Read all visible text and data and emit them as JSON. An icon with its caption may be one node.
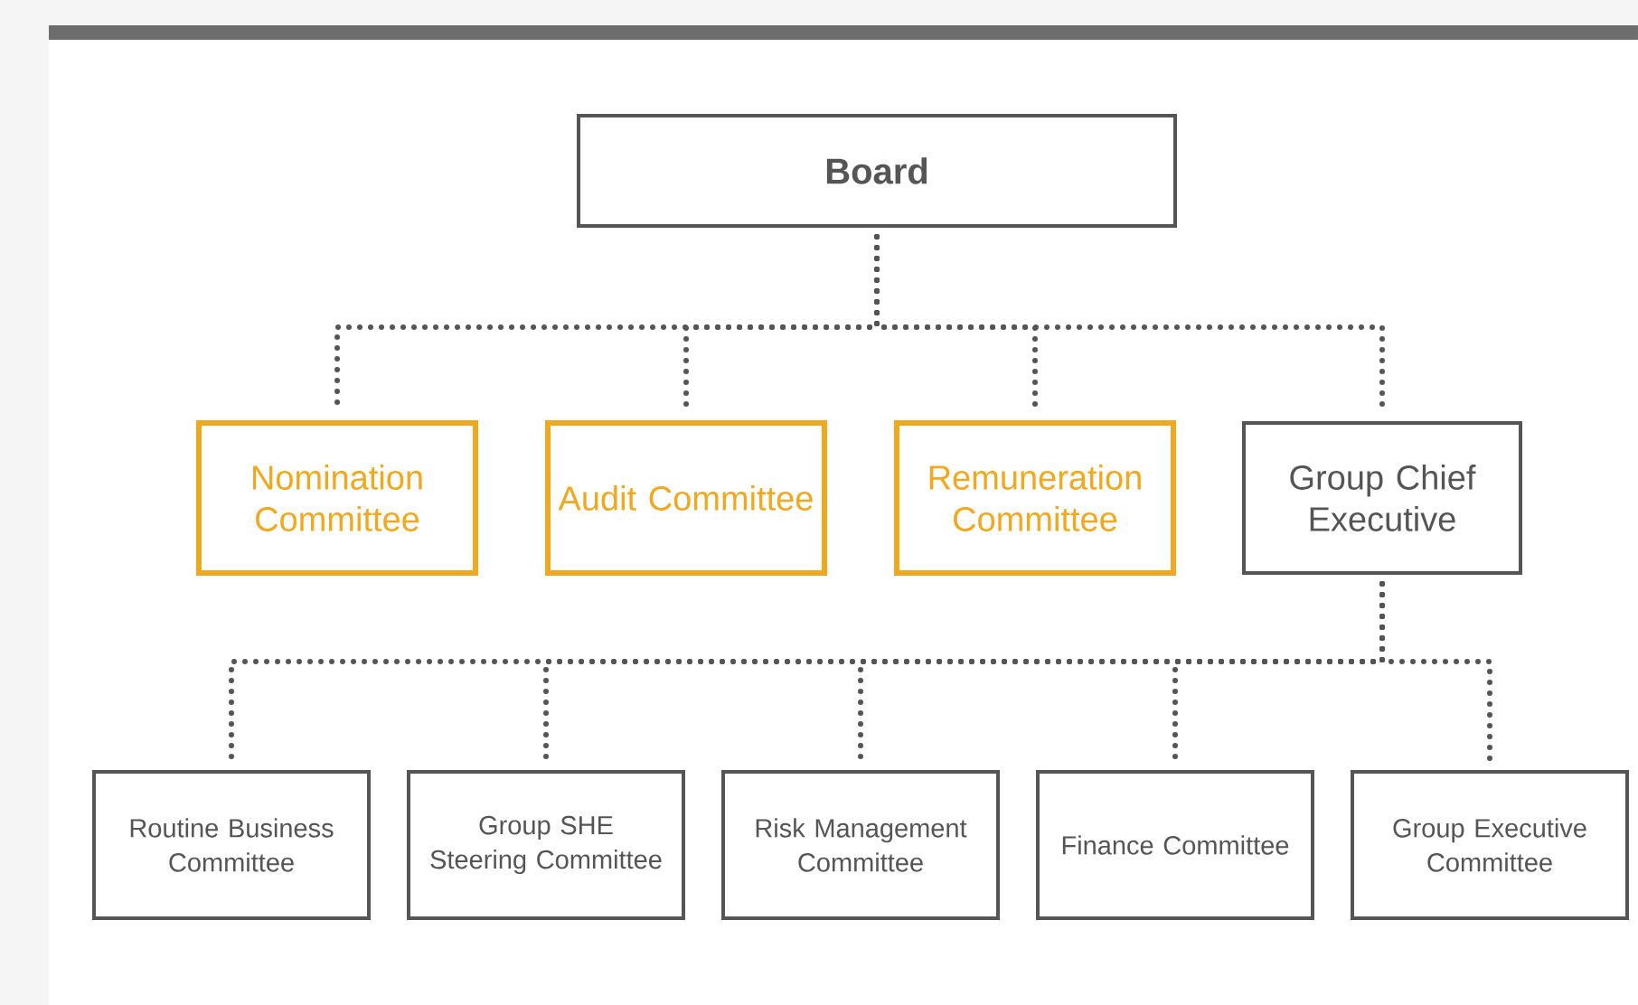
{
  "diagram": {
    "nodes": [
      {
        "text": [
          "Board"
        ]
      },
      {
        "text": [
          "Nomination Committee"
        ]
      },
      {
        "text": [
          "Audit Committee"
        ]
      },
      {
        "text": [
          "Remuneration Committee"
        ]
      },
      {
        "text": [
          "Group Chief Executive"
        ]
      },
      {
        "text": [
          "Routine Business Committee"
        ]
      },
      {
        "text": [
          "Group SHE Steering Committee"
        ]
      },
      {
        "text": [
          "Risk Management Committee"
        ]
      },
      {
        "text": [
          "Finance Committee"
        ]
      },
      {
        "text": [
          "Group Executive Committee"
        ]
      }
    ],
    "edges": [
      {
        "from": 0,
        "to": 1,
        "arrow": "none"
      },
      {
        "from": 0,
        "to": 2,
        "arrow": "none"
      },
      {
        "from": 0,
        "to": 3,
        "arrow": "none"
      },
      {
        "from": 0,
        "to": 4,
        "arrow": "none"
      },
      {
        "from": 4,
        "to": 5,
        "arrow": "none"
      },
      {
        "from": 4,
        "to": 6,
        "arrow": "none"
      },
      {
        "from": 4,
        "to": 7,
        "arrow": "none"
      },
      {
        "from": 4,
        "to": 8,
        "arrow": "none"
      },
      {
        "from": 4,
        "to": 9,
        "arrow": "none"
      }
    ]
  }
}
